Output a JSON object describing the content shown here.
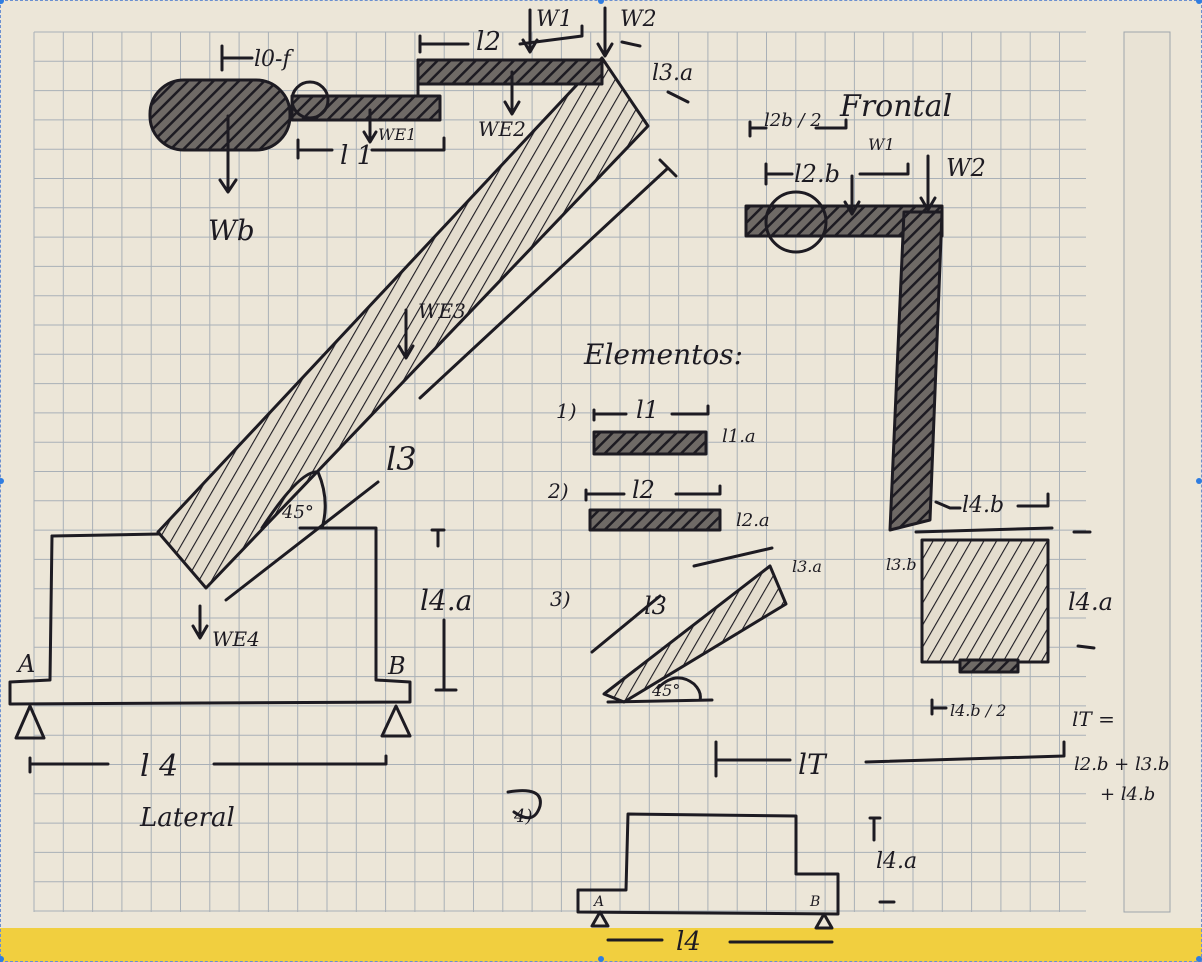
{
  "colors": {
    "paper": "#ece6d8",
    "grid": "#a9b0b7",
    "ink": "#1d1b22",
    "tape": "#f1cf3f",
    "selection": "#2f7de1"
  },
  "lateral": {
    "caption": "Lateral",
    "support_a": "A",
    "support_b": "B",
    "dim_l4": "l 4",
    "dim_l4a": "l4.a",
    "dim_l3": "l3",
    "angle": "45°",
    "dim_l0": "l0-f",
    "dim_l1": "l 1",
    "dim_l2": "l2",
    "dim_l3a": "l3.a",
    "w1": "W1",
    "w2": "W2",
    "wb": "Wb",
    "we1_top": "WE1",
    "we2": "WE2",
    "we3": "WE3",
    "we4": "WE4"
  },
  "frontal": {
    "caption": "Frontal",
    "dim_l2b_half": "l2b / 2",
    "dim_l2b": "l2.b",
    "w1": "W1",
    "w2": "W2",
    "dim_l4b": "l4.b",
    "dim_l3b": "l3.b",
    "dim_l4a": "l4.a",
    "dim_l4b_half": "l4.b / 2",
    "dim_lt": "lT",
    "formula_line1": "lT =",
    "formula_line2": "l2.b + l3.b",
    "formula_line3": "+ l4.b"
  },
  "elements": {
    "title": "Elementos:",
    "items": [
      {
        "num": "1)",
        "length": "l1",
        "thickness": "l1.a"
      },
      {
        "num": "2)",
        "length": "l2",
        "thickness": "l2.a"
      },
      {
        "num": "3)",
        "length": "l3",
        "thickness": "l3.a",
        "angle": "45°"
      },
      {
        "num": "4)",
        "length": "l4",
        "height": "l4.a",
        "support_a": "A",
        "support_b": "B"
      }
    ]
  }
}
